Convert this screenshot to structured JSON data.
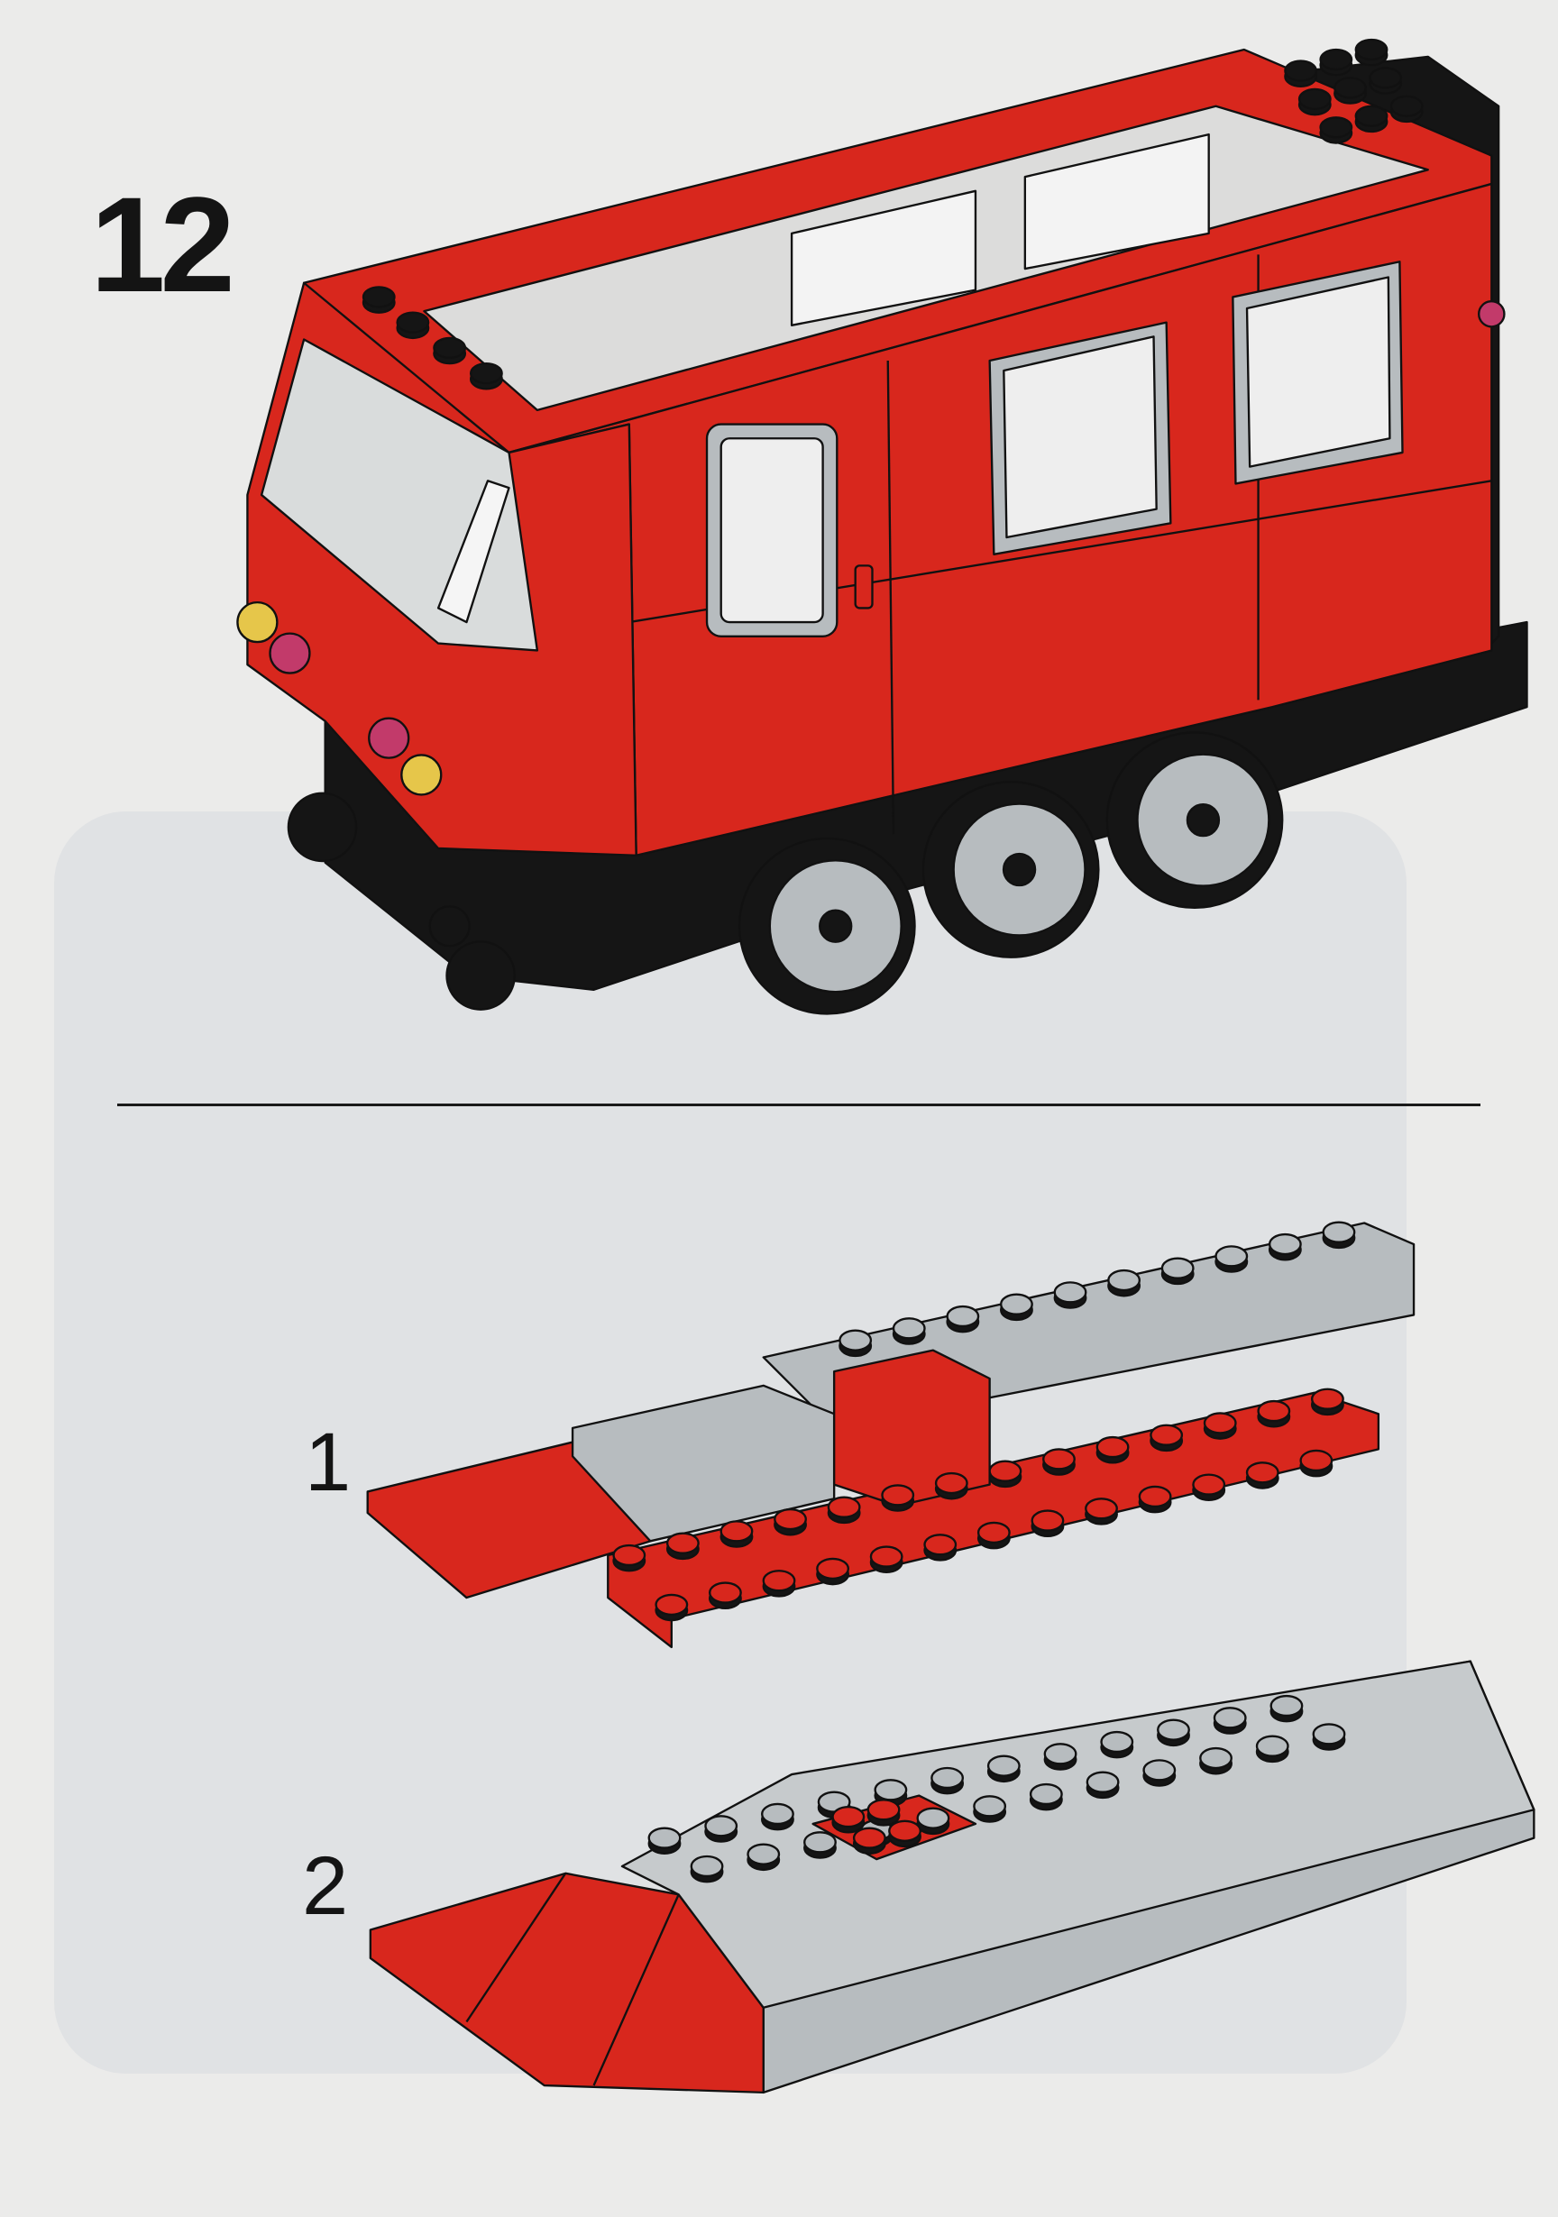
{
  "page": {
    "step_number": "12",
    "substeps": [
      {
        "label": "1"
      },
      {
        "label": "2"
      }
    ]
  },
  "colors": {
    "red": "#d8271d",
    "dark_red": "#a81a14",
    "gray": "#b7bcbf",
    "light_gray": "#d9dcdc",
    "black": "#151515",
    "yellow": "#e6c64a",
    "magenta": "#c23a6a",
    "paper": "#ebebea"
  }
}
